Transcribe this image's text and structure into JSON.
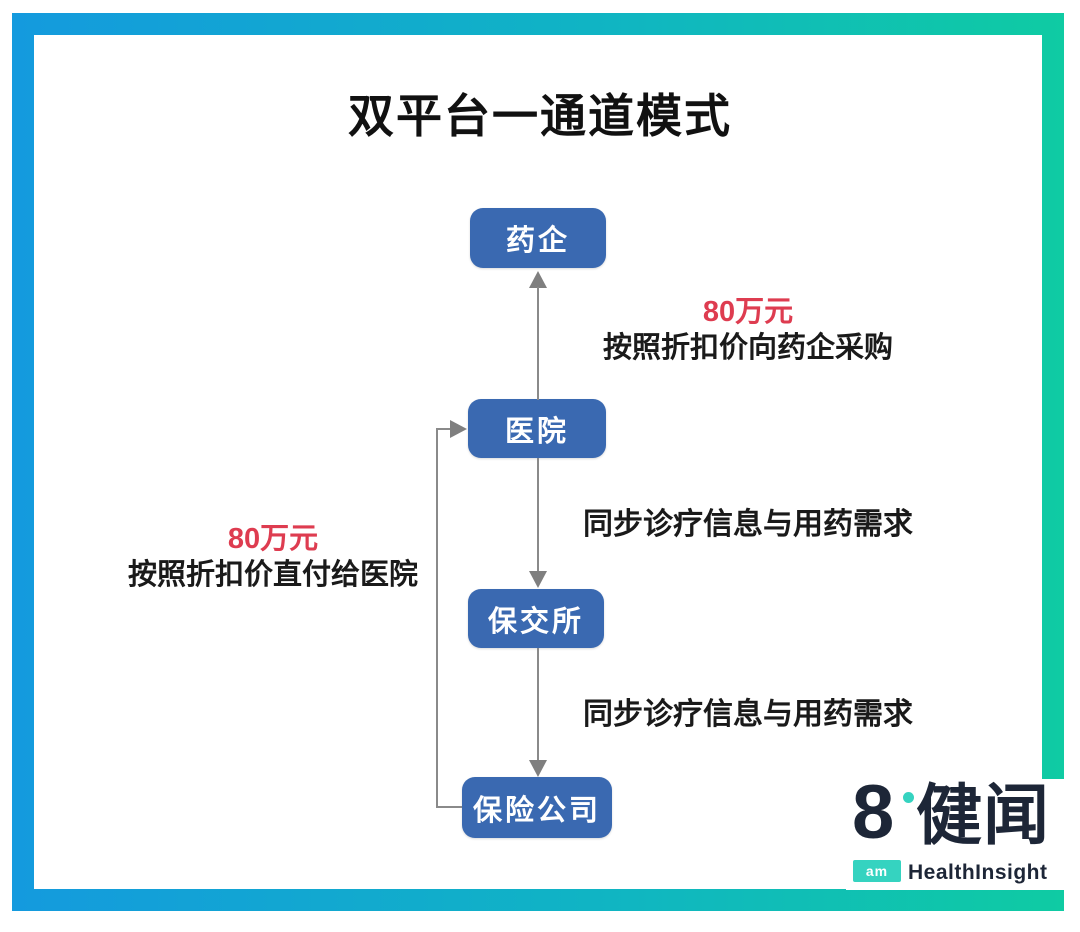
{
  "title": "双平台一通道模式",
  "nodes": {
    "pharma": {
      "label": "药企"
    },
    "hospital": {
      "label": "医院"
    },
    "exchange": {
      "label": "保交所"
    },
    "insurer": {
      "label": "保险公司"
    }
  },
  "edges": {
    "hospital_to_pharma": {
      "from": "医院",
      "to": "药企",
      "amount": "80万元",
      "label": "按照折扣价向药企采购"
    },
    "hospital_to_exchange": {
      "from": "医院",
      "to": "保交所",
      "label": "同步诊疗信息与用药需求"
    },
    "exchange_to_insurer": {
      "from": "保交所",
      "to": "保险公司",
      "label": "同步诊疗信息与用药需求"
    },
    "insurer_to_hospital": {
      "from": "保险公司",
      "to": "医院",
      "amount": "80万元",
      "label": "按照折扣价直付给医院"
    }
  },
  "logo": {
    "number": "8",
    "badge": "am",
    "name_cn": "健闻",
    "name_en": "HealthInsight"
  },
  "colors": {
    "frame_gradient_start": "#149ade",
    "frame_gradient_end": "#0fcba3",
    "node_fill": "#3a69b1",
    "node_text": "#ffffff",
    "amount_text": "#de3c50",
    "label_text": "#1a1a1a",
    "arrow": "#8a8a8a",
    "logo_navy": "#1d2637",
    "logo_teal": "#35d3c0"
  }
}
